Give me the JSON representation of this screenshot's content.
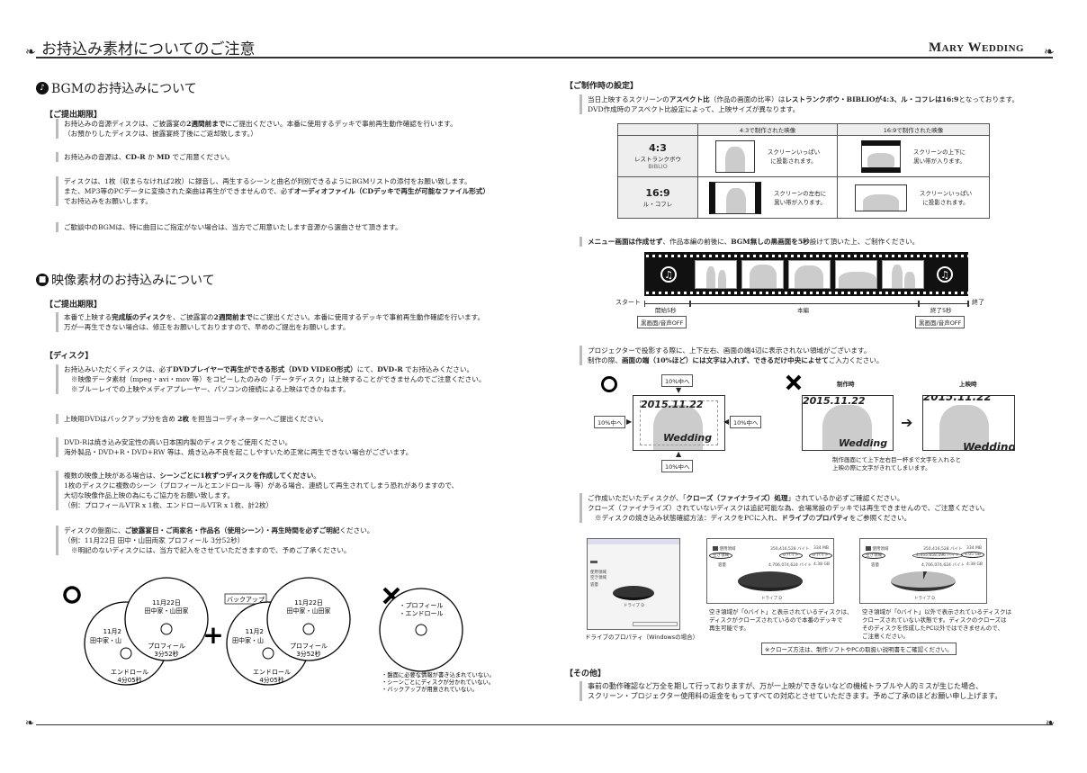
{
  "header": {
    "title": "お持込み素材についてのご注意",
    "brand": "Mary Wedding"
  },
  "bgm": {
    "heading": "BGMのお持込みについて",
    "icon": "music-note-icon",
    "deadline_label": "【ご提出期限】",
    "blocks": [
      [
        [
          "お持込みの音源ディスクは、ご披露宴の",
          {
            "t": "2週間前まで",
            "b": true
          },
          "にご提出ください。本番に使用するデッキで事前再生動作確認を行います。"
        ],
        [
          "（お預かりしたディスクは、披露宴終了後にご返却致します。）"
        ]
      ],
      [
        [
          "お持込みの音源は、",
          {
            "t": "CD-R",
            "b": true
          },
          " か ",
          {
            "t": "MD",
            "b": true
          },
          " でご用意ください。"
        ]
      ],
      [
        [
          "ディスクは、1枚（収まらなければ2枚）に録音し、再生するシーンと曲名が判別できるようにBGMリストの添付をお願い致します。"
        ],
        [
          "また、MP3等のPCデータに変換された楽曲は再生ができませんので、必ず",
          {
            "t": "オーディオファイル（CDデッキで再生が可能なファイル形式）",
            "b": true
          }
        ],
        [
          "でお持込みをお願いします。"
        ]
      ],
      [
        [
          "ご歓談中のBGMは、特に曲目にご指定がない場合は、当方でご用意いたします音源から選曲させて頂きます。"
        ]
      ]
    ]
  },
  "video": {
    "heading": "映像素材のお持込みについて",
    "icon": "video-camera-icon",
    "deadline_label": "【ご提出期限】",
    "deadline_block": [
      [
        "本番で上映する",
        {
          "t": "完成版のディスク",
          "b": true
        },
        "を、ご披露宴の",
        {
          "t": "2週間前まで",
          "b": true
        },
        "にご提出ください。本番に使用するデッキで事前再生動作確認を行います。"
      ],
      [
        "万が一再生できない場合は、修正をお願いしておりますので、早めのご提出をお願いします。"
      ]
    ],
    "disc_label": "【ディスク】",
    "disc_blocks": [
      [
        [
          "お持込みいただくディスクは、必ず",
          {
            "t": "DVDプレイヤーで再生ができる形式（DVD VIDEO形式）",
            "b": true
          },
          "にて、",
          {
            "t": "DVD-R",
            "b": true
          },
          " でお持込みください。"
        ],
        [
          {
            "t": "※映像データ素材（mpeg・avi・mov 等）をコピーしたのみの「データディスク」は上映することができませんのでご注意ください。",
            "i": true
          }
        ],
        [
          {
            "t": "※ブルーレイでの上映やメディアプレーヤー、パソコンの接続による上映はできかねます。",
            "i": true
          }
        ]
      ],
      [
        [
          "上映用DVDはバックアップ分を含め ",
          {
            "t": "2枚",
            "b": true
          },
          " を担当コーディネーターへご提出ください。"
        ]
      ],
      [
        [
          "DVD-Rは焼き込み安定性の高い日本国内製のディスクをご使用ください。"
        ],
        [
          "海外製品・DVD+R・DVD+RW 等は、焼き込み不良を起こしやすいため正常に再生できない場合がございます。"
        ]
      ],
      [
        [
          "複数の映像上映がある場合は、",
          {
            "t": "シーンごとに1枚ずつディスクを作成してください",
            "b": true
          },
          "。"
        ],
        [
          "1枚のディスクに複数のシーン（プロフィールとエンドロール 等）がある場合、連続して再生されてしまう恐れがありますので、"
        ],
        [
          "大切な映像作品上映の為にもご協力をお願い致します。"
        ],
        [
          "（例：プロフィールVTR x 1枚、エンドロールVTR x 1枚、計2枚）"
        ]
      ],
      [
        [
          "ディスクの盤面に、",
          {
            "t": "ご披露宴日・ご両家名・作品名（使用シーン）・再生時間を必ずご明記",
            "b": true
          },
          "ください。"
        ],
        [
          "（例：11月22日 田中・山田両家 プロフィール 3分52秒）"
        ],
        [
          {
            "t": "※明記のないディスクには、当方で記入をさせていただきますので、予めご了承ください。",
            "i": true
          }
        ]
      ]
    ],
    "discs": {
      "ok_mark": "○",
      "plus": "+",
      "ng_mark": "×",
      "backup_label": "バックアップ",
      "date": "11月22日",
      "families": "田中家・山田家",
      "date_cut": "11月2",
      "families_cut": "田中家・山",
      "profile": "プロフィール",
      "profile_time": "3分52秒",
      "endroll": "エンドロール",
      "endroll_time": "4分05秒",
      "ng_line1": "・プロフィール",
      "ng_line2": "・エンドロール",
      "ng_reasons": [
        "・盤面に必要な情報が書き込まれていない。",
        "・シーンごとにディスクが分かれていない。",
        "・バックアップが用意されていない。"
      ]
    }
  },
  "production": {
    "label": "【ご制作時の設定】",
    "aspect_block": [
      [
        "当日上映するスクリーンの",
        {
          "t": "アスペクト比",
          "b": true
        },
        "（作品の画面の比率）は",
        {
          "t": "レストランクボウ・BIBLIOが4:3、ル・コフレは16:9",
          "b": true
        },
        "となっております。"
      ],
      [
        "DVD作成時のアスペクト比設定によって、上映サイズが異なります。"
      ]
    ],
    "table": {
      "col1": "4:3で制作された映像",
      "col2": "16:9で制作された映像",
      "rows": [
        {
          "ratio": "4:3",
          "venue1": "レストランクボウ",
          "venue2": "BIBLIO",
          "c1": "スクリーンいっぱい\nに投影されます。",
          "c2": "スクリーンの上下に\n黒い帯が入ります。"
        },
        {
          "ratio": "16:9",
          "venue1": "ル・コフレ",
          "venue2": "",
          "c1": "スクリーンの左右に\n黒い帯が入ります。",
          "c2": "スクリーンいっぱい\nに投影されます。"
        }
      ]
    },
    "menu_block": [
      [
        {
          "t": "メニュー画面は作成せず",
          "b": true
        },
        "、作品本編の前後に、",
        {
          "t": "BGM無しの黒画面を5秒",
          "b": true
        },
        "設けて頂いた上、ご制作ください。"
      ]
    ],
    "timeline": {
      "start": "スタート",
      "end": "終了",
      "open": "開始5秒",
      "main": "本編",
      "close": "終了5秒",
      "black1": "黒画面/音声OFF",
      "black2": "黒画面/音声OFF"
    },
    "safe_block": [
      [
        "プロジェクターで投影する際に、上下左右、画面の端4辺に表示されない領域がございます。"
      ],
      [
        "制作の際、",
        {
          "t": "画面の端（10%ほど）には文字は入れず、できるだけ中央によせて",
          "b": true
        },
        "ご入力ください。"
      ]
    ],
    "safe": {
      "inward": "10%中へ",
      "date": "2015.11.22",
      "word": "Wedding",
      "made": "制作時",
      "shown": "上映時",
      "ng_caption1": "制作画面にて上下左右目一杯まで文字を入れると",
      "ng_caption2": "上映の際に文字がきれてしまいます。"
    },
    "finalize_block": [
      [
        "ご作成いただいたディスクが、「",
        {
          "t": "クローズ（ファイナライズ）処理",
          "b": true
        },
        "」されているか必ずご確認ください。"
      ],
      [
        "クローズ（ファイナライズ）されていないディスクは追記可能な為、会場常設のデッキでは再生できませんので、ご注意ください。"
      ],
      [
        {
          "t": "※ディスクの焼き込み状態確認方法：ディスクをPCに入れ、",
          "i": true
        },
        {
          "t": "ドライブ",
          "b": true
        },
        "の",
        {
          "t": "プロパティ",
          "b": true
        },
        "をご参照ください。"
      ]
    ],
    "props": {
      "caption": "ドライブのプロパティ（Windowsの場合）",
      "used": "使用領域",
      "free": "空き領域",
      "capacity": "容量",
      "drive": "ドライブ D",
      "used_bytes": "350,416,528 バイト",
      "used_mb": "334 MB",
      "cap_bytes": "4,706,074,624 バイト",
      "cap_gb": "4.38 GB",
      "ok_free_bytes": "0 バイト",
      "ok_free_size": "0 バイト",
      "ng_free_bytes": "4,355,658,096 バイト",
      "ng_free_size": "4.05 GB",
      "ok_caption": [
        "空き領域が「0バイト」と表示されているディスクは、",
        "ディスクがクローズされているので本番のデッキで",
        "再生可能です。"
      ],
      "ng_caption": [
        "空き領域が「0バイト」以外で表示されているディスクは",
        "クローズされていない状態です。ディスクのクローズは",
        "そのディスクを作成したPC以外ではできませんので、",
        "ご注意ください。"
      ],
      "ng_used_fraction": 0.07,
      "note": "※クローズ方法は、制作ソフトやPCの取扱い説明書をご確認ください。"
    }
  },
  "other": {
    "label": "【その他】",
    "block": [
      [
        "事前の動作確認など万全を期して行っておりますが、万が一上映ができないなどの機械トラブルや人的ミスが生じた場合、"
      ],
      [
        "スクリーン・プロジェクター使用料の返金をもってすべての対応とさせていただきます。予めご了承のほどお願い申し上げます。"
      ]
    ]
  }
}
